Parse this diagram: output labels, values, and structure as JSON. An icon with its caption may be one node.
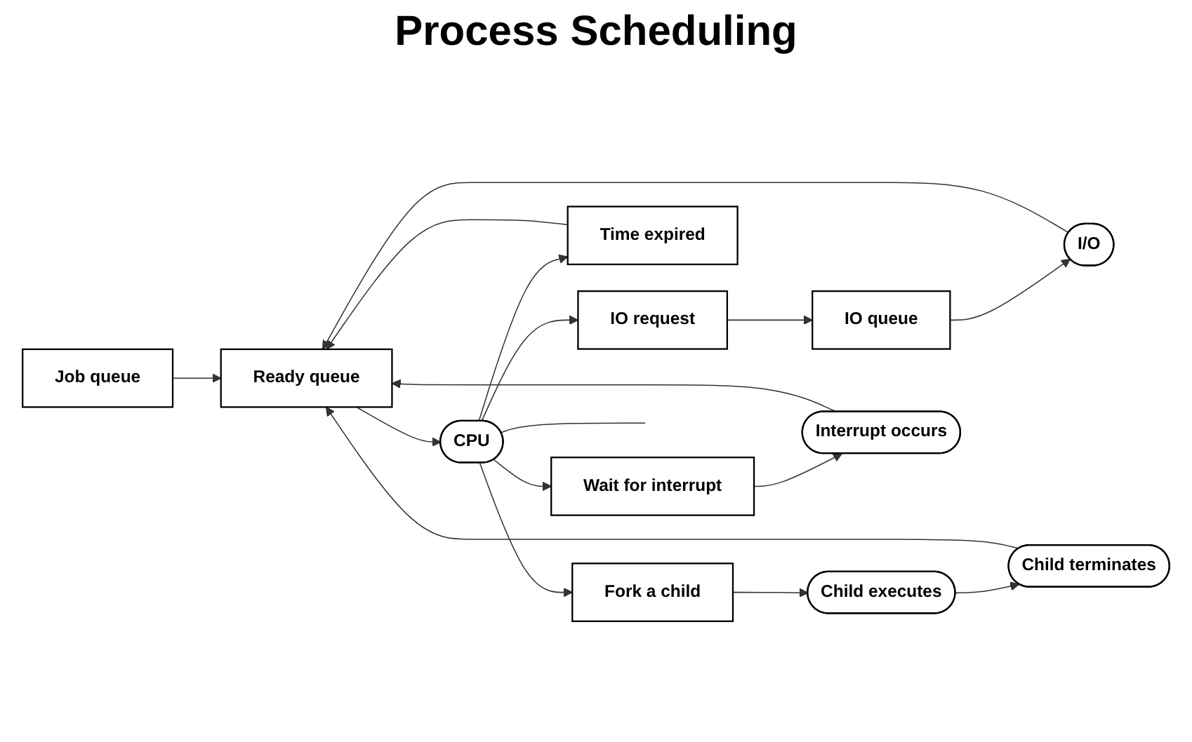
{
  "diagram": {
    "title": "Process Scheduling",
    "nodes": [
      {
        "text": [
          "Job queue"
        ]
      },
      {
        "text": [
          "Ready queue"
        ]
      },
      {
        "text": [
          "CPU"
        ]
      },
      {
        "text": [
          "IO request"
        ]
      },
      {
        "text": [
          "IO queue"
        ]
      },
      {
        "text": [
          "I/O"
        ]
      },
      {
        "text": [
          "Time expired"
        ]
      },
      {
        "text": [
          "Fork a child"
        ]
      },
      {
        "text": [
          "Child executes"
        ]
      },
      {
        "text": [
          "Child terminates"
        ]
      },
      {
        "text": [
          "Wait for interrupt"
        ]
      },
      {
        "text": [
          "Interrupt occurs"
        ]
      }
    ],
    "edges": [
      {
        "from": 0,
        "to": 1,
        "arrow": "to"
      },
      {
        "from": 1,
        "to": 2,
        "arrow": "to"
      },
      {
        "from": 2,
        "to": 3,
        "arrow": "to"
      },
      {
        "from": 2,
        "to": 6,
        "arrow": "to"
      },
      {
        "from": 2,
        "to": 7,
        "arrow": "to"
      },
      {
        "from": 2,
        "to": 10,
        "arrow": "to"
      },
      {
        "from": 3,
        "to": 4,
        "arrow": "to"
      },
      {
        "from": 4,
        "to": 5,
        "arrow": "to"
      },
      {
        "from": 5,
        "to": 1,
        "arrow": "to"
      },
      {
        "from": 6,
        "to": 1,
        "arrow": "to"
      },
      {
        "from": 7,
        "to": 8,
        "arrow": "to"
      },
      {
        "from": 8,
        "to": 9,
        "arrow": "to"
      },
      {
        "from": 9,
        "to": 1,
        "arrow": "to"
      },
      {
        "from": 10,
        "to": 11,
        "arrow": "to"
      },
      {
        "from": 11,
        "to": 1,
        "arrow": "to"
      },
      {
        "from": 2,
        "to": null,
        "arrow": "none"
      }
    ]
  }
}
